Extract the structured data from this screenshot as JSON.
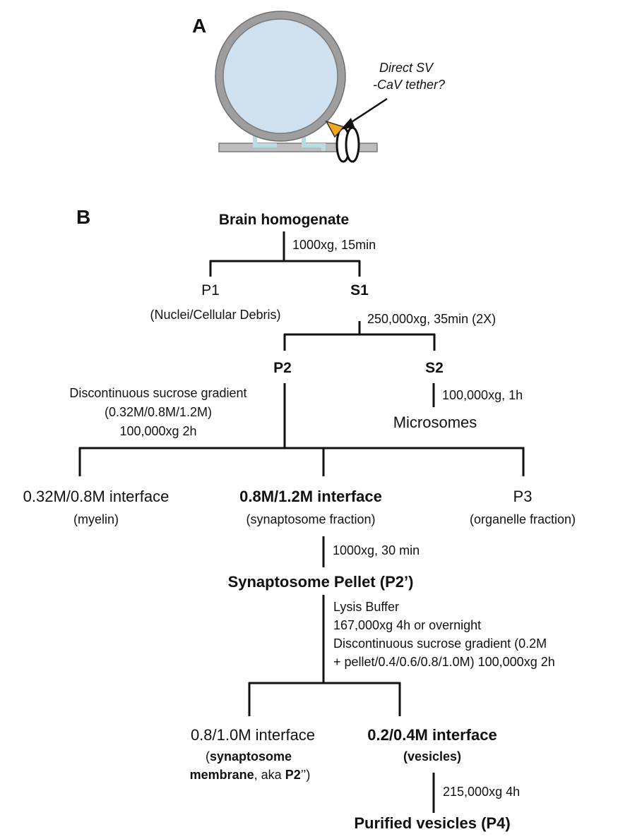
{
  "panel_a": {
    "label": "A",
    "annotation_line1": "Direct SV",
    "annotation_line2": "-CaV tether?",
    "colors": {
      "vesicle_fill": "#cfe0ef",
      "vesicle_ring": "#9a9a9a",
      "membrane": "#bdbdbd",
      "tether": "#f2a81d",
      "snare": "#b7dde3"
    }
  },
  "panel_b": {
    "label": "B",
    "root": "Brain homogenate",
    "step1": "1000xg, 15min",
    "p1": "P1",
    "p1_sub": "(Nuclei/Cellular Debris)",
    "s1": "S1",
    "step2": "250,000xg, 35min (2X)",
    "p2": "P2",
    "s2": "S2",
    "p2_step_line1": "Discontinuous sucrose gradient",
    "p2_step_line2": "(0.32M/0.8M/1.2M)",
    "p2_step_line3": "100,000xg 2h",
    "s2_step": "100,000xg, 1h",
    "microsomes": "Microsomes",
    "frac1": "0.32M/0.8M interface",
    "frac1_sub": "(myelin)",
    "frac2": "0.8M/1.2M interface",
    "frac2_sub": "(synaptosome fraction)",
    "frac3": "P3",
    "frac3_sub": "(organelle fraction)",
    "step3": "1000xg, 30 min",
    "pellet": "Synaptosome Pellet (P2’)",
    "lysis_line1": "Lysis Buffer",
    "lysis_line2": "167,000xg 4h or overnight",
    "lysis_line3": "Discontinuous sucrose gradient (0.2M",
    "lysis_line4": "+ pellet/0.4/0.6/0.8/1.0M) 100,000xg 2h",
    "mem": "0.8/1.0M interface",
    "mem_sub_open": "(",
    "mem_sub_bold1": "synaptosome",
    "mem_sub_bold2": "membrane",
    "mem_sub_aka": ", aka ",
    "mem_sub_bold3": "P2",
    "mem_sub_close": "’’)",
    "ves": "0.2/0.4M interface",
    "ves_sub": "(vesicles)",
    "step4": "215,000xg 4h",
    "purified": "Purified vesicles (P4)"
  }
}
